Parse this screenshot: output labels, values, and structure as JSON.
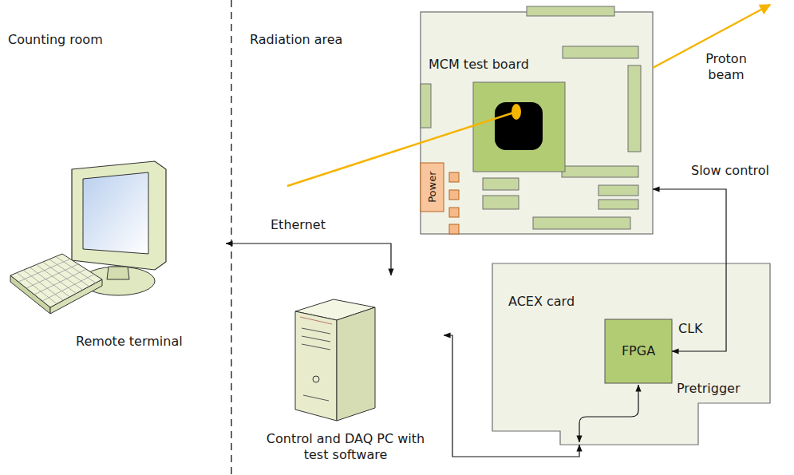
{
  "diagram": {
    "nodes": [
      {
        "text": [
          "MCM test board"
        ]
      },
      {
        "text": [
          "Power"
        ],
        "in": 0
      },
      {
        "text": [
          "Remote terminal"
        ]
      },
      {
        "text": [
          "Control and DAQ PC with test software"
        ]
      },
      {
        "text": [
          "ACEX card"
        ]
      },
      {
        "text": [
          "FPGA"
        ],
        "in": 4
      }
    ],
    "edges": [
      {
        "from": 2,
        "to": 3,
        "arrow": "both",
        "label": "Ethernet"
      },
      {
        "from": 3,
        "to": 4,
        "arrow": "both"
      },
      {
        "from": 5,
        "to": 0,
        "arrow": "both",
        "label": "Slow control"
      }
    ],
    "labels": [
      "Counting room",
      "Radiation area",
      "Proton beam",
      "CLK",
      "Pretrigger"
    ]
  }
}
